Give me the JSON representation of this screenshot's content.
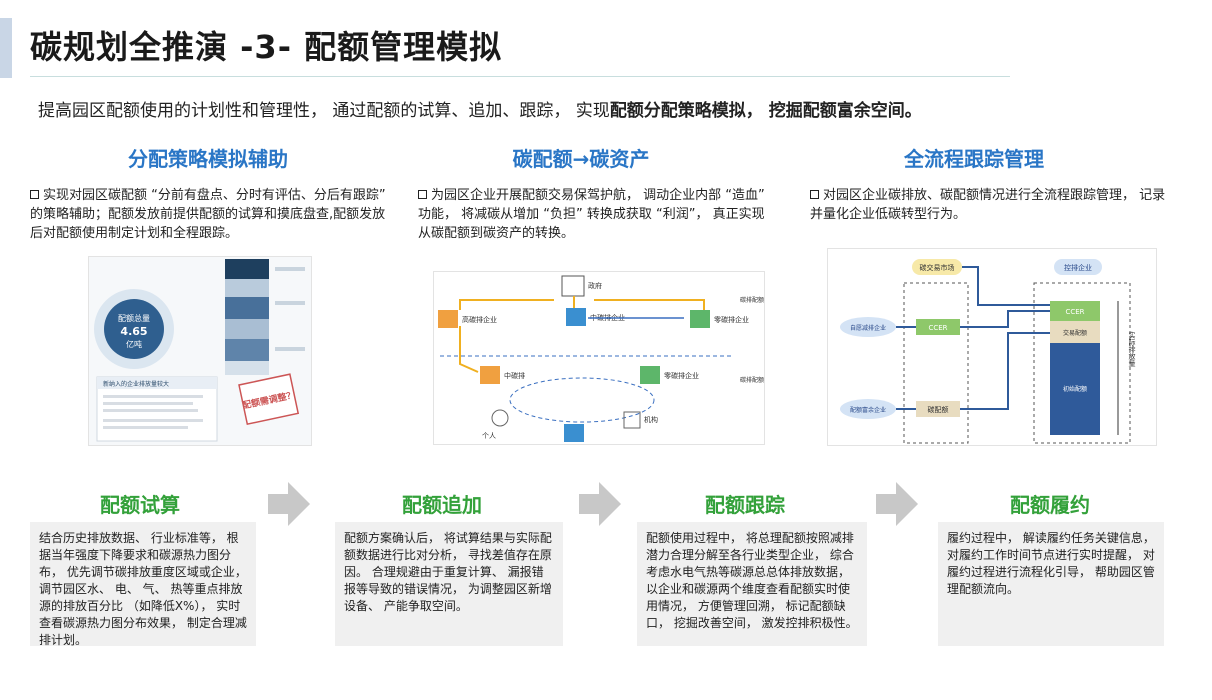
{
  "header": {
    "title": "碳规划全推演 -3- 配额管理模拟",
    "subtitle_plain": "提高园区配额使用的计划性和管理性， 通过配额的试算、追加、跟踪， 实现",
    "subtitle_bold": "配额分配策略模拟， 挖掘配额富余空间。"
  },
  "columns": [
    {
      "heading": "分配策略模拟辅助",
      "text": "实现对园区碳配额 “分前有盘点、分时有评估、分后有跟踪” 的策略辅助；配额发放前提供配额的试算和摸底盘查,配额发放后对配额使用制定计划和全程跟踪。"
    },
    {
      "heading": "碳配额→碳资产",
      "text": "为园区企业开展配额交易保驾护航， 调动企业内部 “造血” 功能， 将减碳从增加 “负担” 转换成获取 “利润”， 真正实现从碳配额到碳资产的转换。"
    },
    {
      "heading": "全流程跟踪管理",
      "text": "对园区企业碳排放、碳配额情况进行全流程跟踪管理， 记录并量化企业低碳转型行为。"
    }
  ],
  "fig1": {
    "donut_label1": "配额总量",
    "donut_value": "4.65",
    "donut_unit": "亿吨",
    "card_title": "新纳入的企业排放量较大",
    "stamp_text": "配额需调整？"
  },
  "fig2": {
    "gov": "政府",
    "high": "高碳排企业",
    "low": "零碳排企业",
    "center": "中碳排企业",
    "bottom": "零碳排企业",
    "mid": "中碳排",
    "inst": "机构",
    "people": "个人",
    "market1": "碳排配额一级市场",
    "market2": "碳排配额二级市场"
  },
  "fig3": {
    "market": "碳交易市场",
    "company": "控排企业",
    "self": "自愿减排企业",
    "surplus": "配额富余企业",
    "ccer1": "CCER",
    "ccer2": "CCER",
    "trade": "交易配额",
    "alloc": "初始配额",
    "quota": "碳配额",
    "actual": "实际排放量"
  },
  "steps": [
    {
      "title": "配额试算",
      "text": "结合历史排放数据、 行业标准等， 根据当年强度下降要求和碳源热力图分布， 优先调节碳排放重度区域或企业， 调节园区水、 电、 气、 热等重点排放源的排放百分比 （如降低X%）， 实时查看碳源热力图分布效果， 制定合理减排计划。"
    },
    {
      "title": "配额追加",
      "text": "配额方案确认后， 将试算结果与实际配额数据进行比对分析， 寻找差值存在原因。 合理规避由于重复计算、 漏报错报等导致的错误情况， 为调整园区新增设备、 产能争取空间。"
    },
    {
      "title": "配额跟踪",
      "text": "配额使用过程中， 将总理配额按照减排潜力合理分解至各行业类型企业， 综合考虑水电气热等碳源总总体排放数据， 以企业和碳源两个维度查看配额实时使用情况， 方便管理回溯， 标记配额缺口， 挖掘改善空间， 激发控排积极性。"
    },
    {
      "title": "配额履约",
      "text": "履约过程中， 解读履约任务关键信息， 对履约工作时间节点进行实时提醒， 对履约过程进行流程化引导， 帮助园区管理配额流向。"
    }
  ],
  "colors": {
    "heading_blue": "#2a76c6",
    "step_green": "#33a13a",
    "arrow_gray": "#c8c8c8",
    "box_gray": "#f0f0f0"
  }
}
